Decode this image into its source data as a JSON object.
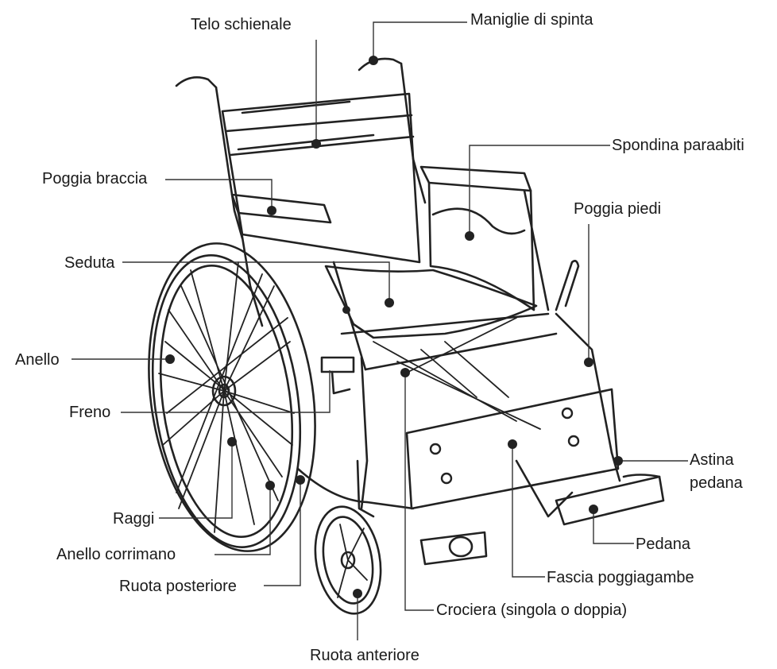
{
  "title": "",
  "colors": {
    "line": "#222222",
    "text": "#1a1a1a",
    "background": "#ffffff"
  },
  "labels": {
    "telo_schienale": "Telo schienale",
    "maniglie_di_spinta": "Maniglie di spinta",
    "spondina_paraabiti": "Spondina paraabiti",
    "poggia_braccia": "Poggia braccia",
    "poggia_piedi": "Poggia piedi",
    "seduta": "Seduta",
    "anello": "Anello",
    "freno": "Freno",
    "astina_pedana_line1": "Astina",
    "astina_pedana_line2": "pedana",
    "raggi": "Raggi",
    "pedana": "Pedana",
    "anello_corrimano": "Anello corrimano",
    "fascia_poggiagambe": "Fascia poggiagambe",
    "ruota_posteriore": "Ruota posteriore",
    "crociera": "Crociera (singola o doppia)",
    "ruota_anteriore": "Ruota anteriore"
  }
}
